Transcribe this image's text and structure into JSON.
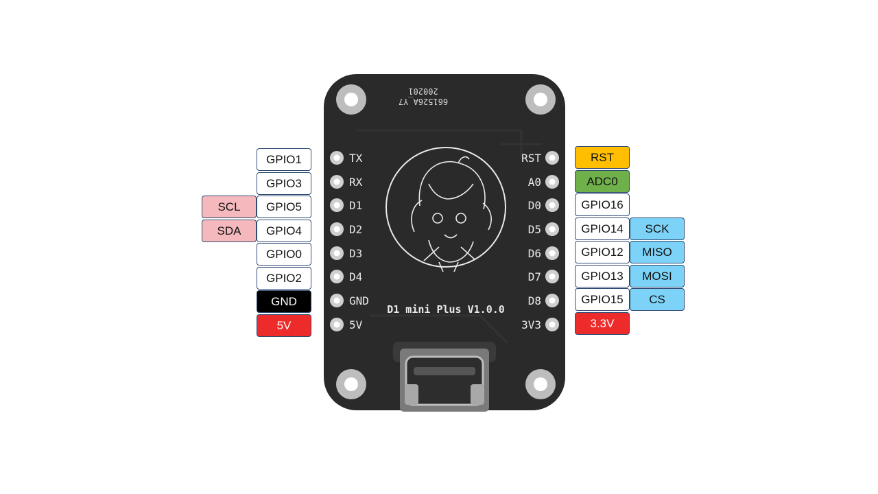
{
  "board": {
    "name": "D1 mini Plus V1.0.0",
    "code_line1": "661526A_Y7",
    "code_line2": "200201"
  },
  "left_silk": [
    "TX",
    "RX",
    "D1",
    "D2",
    "D3",
    "D4",
    "GND",
    "5V"
  ],
  "right_silk": [
    "RST",
    "A0",
    "D0",
    "D5",
    "D6",
    "D7",
    "D8",
    "3V3"
  ],
  "left_pins": [
    {
      "label": "GPIO1",
      "color": "#ffffff"
    },
    {
      "label": "GPIO3",
      "color": "#ffffff"
    },
    {
      "label": "GPIO5",
      "color": "#ffffff",
      "alt": "SCL",
      "alt_color": "#f4b8bd"
    },
    {
      "label": "GPIO4",
      "color": "#ffffff",
      "alt": "SDA",
      "alt_color": "#f4b8bd"
    },
    {
      "label": "GPIO0",
      "color": "#ffffff"
    },
    {
      "label": "GPIO2",
      "color": "#ffffff"
    },
    {
      "label": "GND",
      "color": "#000000",
      "text_color": "#ffffff"
    },
    {
      "label": "5V",
      "color": "#ee2b2b",
      "text_color": "#ffffff"
    }
  ],
  "right_pins": [
    {
      "label": "RST",
      "color": "#ffbf00"
    },
    {
      "label": "ADC0",
      "color": "#6fb04a"
    },
    {
      "label": "GPIO16",
      "color": "#ffffff"
    },
    {
      "label": "GPIO14",
      "color": "#ffffff",
      "alt": "SCK",
      "alt_color": "#7dd3f7"
    },
    {
      "label": "GPIO12",
      "color": "#ffffff",
      "alt": "MISO",
      "alt_color": "#7dd3f7"
    },
    {
      "label": "GPIO13",
      "color": "#ffffff",
      "alt": "MOSI",
      "alt_color": "#7dd3f7"
    },
    {
      "label": "GPIO15",
      "color": "#ffffff",
      "alt": "CS",
      "alt_color": "#7dd3f7"
    },
    {
      "label": "3.3V",
      "color": "#ee2b2b",
      "text_color": "#ffffff"
    }
  ]
}
